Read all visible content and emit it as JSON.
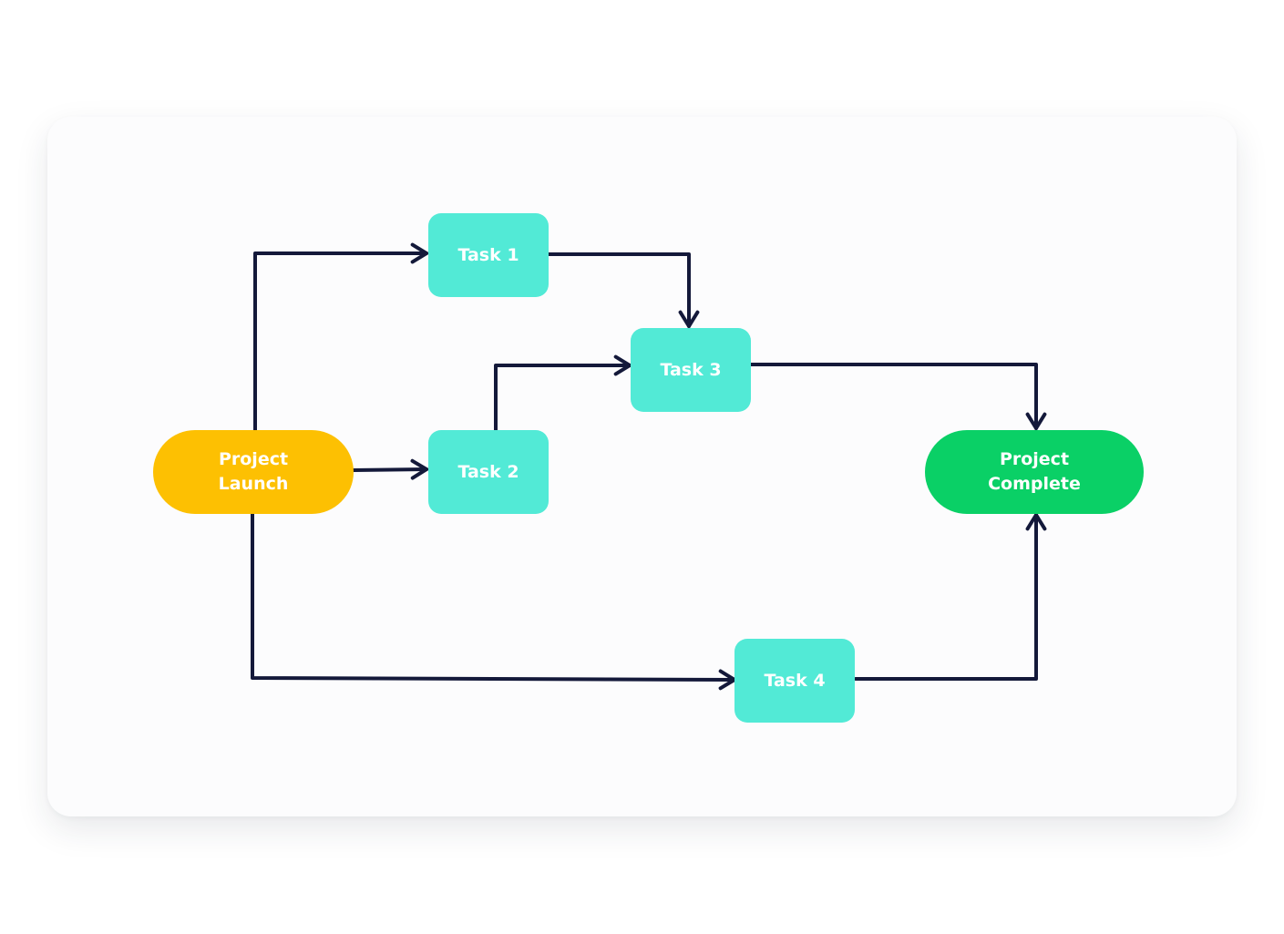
{
  "colors": {
    "start": "#fdc002",
    "task": "#52ead6",
    "end": "#0ad066",
    "connector": "#14193a"
  },
  "nodes": {
    "launch": {
      "label": "Project\nLaunch"
    },
    "task1": {
      "label": "Task 1"
    },
    "task2": {
      "label": "Task 2"
    },
    "task3": {
      "label": "Task 3"
    },
    "task4": {
      "label": "Task 4"
    },
    "complete": {
      "label": "Project\nComplete"
    }
  },
  "edges": [
    {
      "from": "launch",
      "to": "task1"
    },
    {
      "from": "launch",
      "to": "task2"
    },
    {
      "from": "launch",
      "to": "task4"
    },
    {
      "from": "task1",
      "to": "task3"
    },
    {
      "from": "task2",
      "to": "task3"
    },
    {
      "from": "task3",
      "to": "complete"
    },
    {
      "from": "task4",
      "to": "complete"
    }
  ]
}
